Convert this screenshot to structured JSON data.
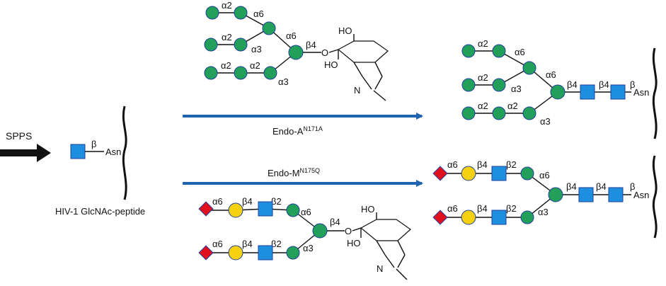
{
  "texts": {
    "spps": "SPPS",
    "peptide_label": "HIV-1 GlcNAc-peptide",
    "asn": "Asn",
    "beta": "β",
    "enzyme_top_main": "Endo-A",
    "enzyme_top_sup": "N171A",
    "enzyme_bottom_main": "Endo-M",
    "enzyme_bottom_sup": "N175Q",
    "oxazoline_ho1": "HO",
    "oxazoline_ho2": "HO",
    "oxazoline_o": "O",
    "oxazoline_n": "N",
    "link_a2": "α2",
    "link_a3": "α3",
    "link_a6": "α6",
    "link_b2": "β2",
    "link_b4": "β4"
  },
  "colors": {
    "mannose": "#22a05a",
    "glcnac": "#1e8fe0",
    "galactose": "#f5d10f",
    "fucose_sialic": "#e0101c",
    "arrow": "#1f62b0",
    "outline": "#1f3f9e"
  },
  "symbols": {
    "circle": "mannose / galactose (circle)",
    "square": "glcnac (square)",
    "diamond": "sialic acid (diamond)"
  }
}
